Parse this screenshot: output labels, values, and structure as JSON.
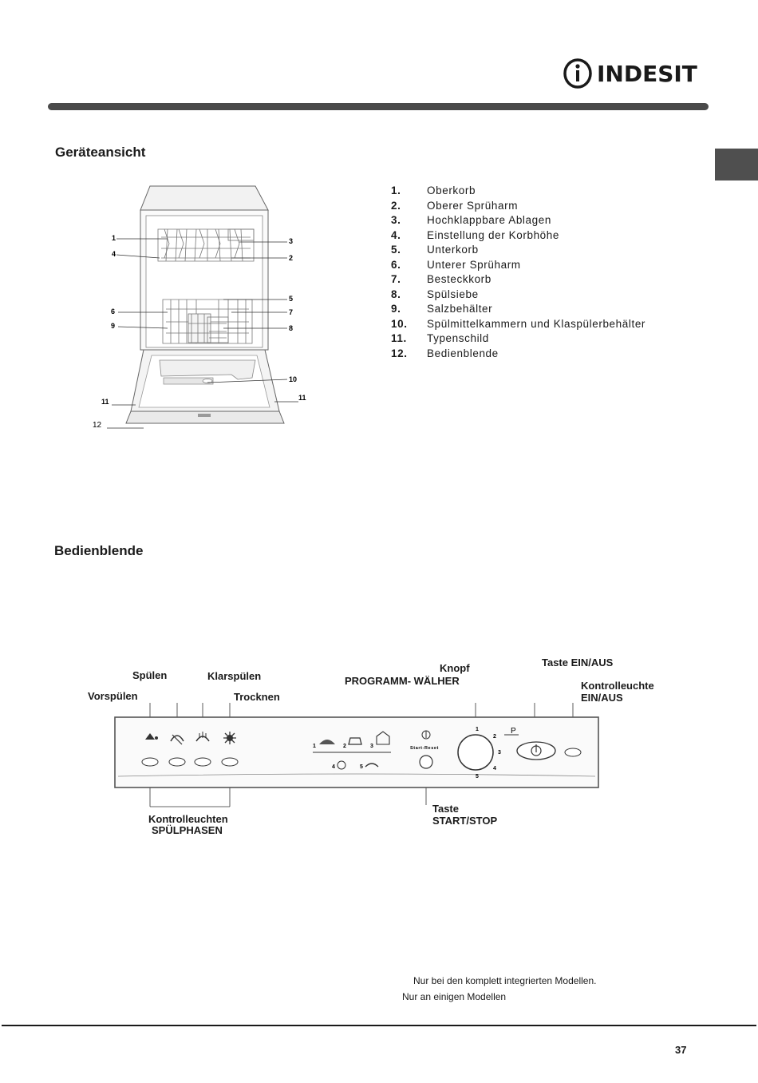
{
  "header": {
    "brand": "INDESIT"
  },
  "section1": {
    "title": "Geräteansicht"
  },
  "legend": [
    {
      "num": "1.",
      "text": "Oberkorb"
    },
    {
      "num": "2.",
      "text": "Oberer Sprüharm"
    },
    {
      "num": "3.",
      "text": "Hochklappbare Ablagen"
    },
    {
      "num": "4.",
      "text": "Einstellung der Korbhöhe"
    },
    {
      "num": "5.",
      "text": "Unterkorb"
    },
    {
      "num": "6.",
      "text": "Unterer Sprüharm"
    },
    {
      "num": "7.",
      "text": "Besteckkorb"
    },
    {
      "num": "8.",
      "text": "Spülsiebe"
    },
    {
      "num": "9.",
      "text": "Salzbehälter"
    },
    {
      "num": "10.",
      "text": "Spülmittelkammern und Klaspülerbehälter"
    },
    {
      "num": "11.",
      "text": "Typenschild"
    },
    {
      "num": "12.",
      "text": "Bedienblende"
    }
  ],
  "diagram_callouts": {
    "c1": "1",
    "c4": "4",
    "c6": "6",
    "c9": "9",
    "c11l": "11",
    "c12": "12",
    "c3": "3",
    "c2": "2",
    "c5": "5",
    "c7": "7",
    "c8": "8",
    "c10": "10",
    "c11r": "11"
  },
  "section2": {
    "title": "Bedienblende"
  },
  "panel": {
    "spuelen": "Spülen",
    "klarspuelen": "Klarspülen",
    "vorspuelen": "Vorspülen",
    "trocknen": "Trocknen",
    "knopf": "Knopf",
    "programm": "PROGRAMM- WÄLHER",
    "taste_einaus": "Taste EIN/AUS",
    "kontroll_einaus_1": "Kontrolleuchte",
    "kontroll_einaus_2": "EIN/AUS",
    "kontroll_phasen_1": "Kontrolleuchten",
    "kontroll_phasen_2": "SPÜLPHASEN",
    "taste_start_1": "Taste",
    "taste_start_2": "START/STOP",
    "start_reset": "Start-Reset",
    "dial_1": "1",
    "dial_2": "2",
    "dial_3": "3",
    "dial_4": "4",
    "dial_5": "5",
    "prog_1": "1",
    "prog_2": "2",
    "prog_3": "3",
    "prog_4": "4",
    "prog_5": "5",
    "p_label": "P"
  },
  "footnotes": {
    "f1": "Nur bei den komplett integrierten Modellen.",
    "f2": "Nur an einigen Modellen"
  },
  "page_number": "37"
}
